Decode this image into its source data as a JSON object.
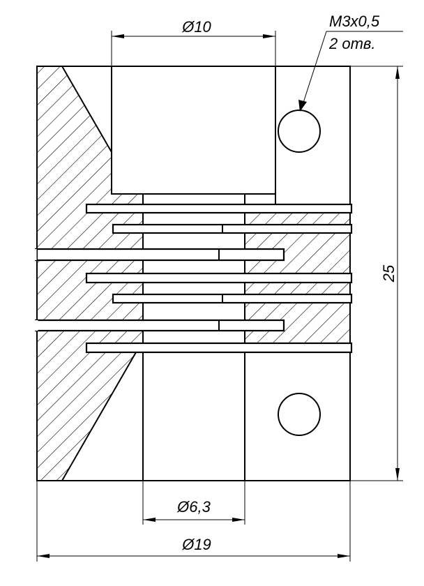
{
  "drawing": {
    "dimensions": {
      "bore_top": "Ø10",
      "bore_bottom": "Ø6,3",
      "outer_diameter": "Ø19",
      "height": "25"
    },
    "callout": {
      "thread": "M3x0,5",
      "count": "2 отв."
    },
    "colors": {
      "line": "#000000",
      "background": "#ffffff"
    }
  }
}
